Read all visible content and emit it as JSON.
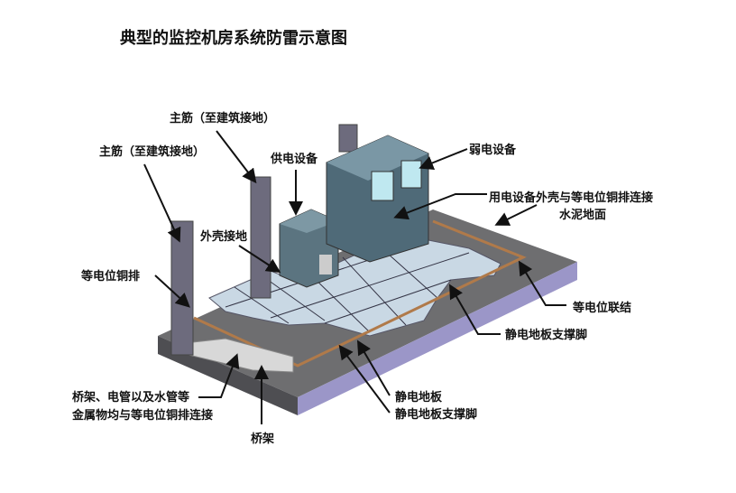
{
  "title": "典型的监控机房系统防雷示意图",
  "labels": {
    "main_bar_1": "主筋（至建筑接地）",
    "main_bar_2": "主筋（至建筑接地）",
    "power_equipment": "供电设备",
    "weak_current_equipment": "弱电设备",
    "enclosure_connection": "用电设备外壳与等电位铜排连接",
    "cement_floor": "水泥地面",
    "enclosure_grounding": "外壳接地",
    "equipotential_copper_bar": "等电位铜排",
    "equipotential_bonding": "等电位联结",
    "floor_support_1": "静电地板支撑脚",
    "antistatic_floor": "静电地板",
    "floor_support_2": "静电地板支撑脚",
    "metal_note_line1": "桥架、电管以及水管等",
    "metal_note_line2": "金属物均与等电位铜排连接",
    "cable_tray": "桥架"
  }
}
